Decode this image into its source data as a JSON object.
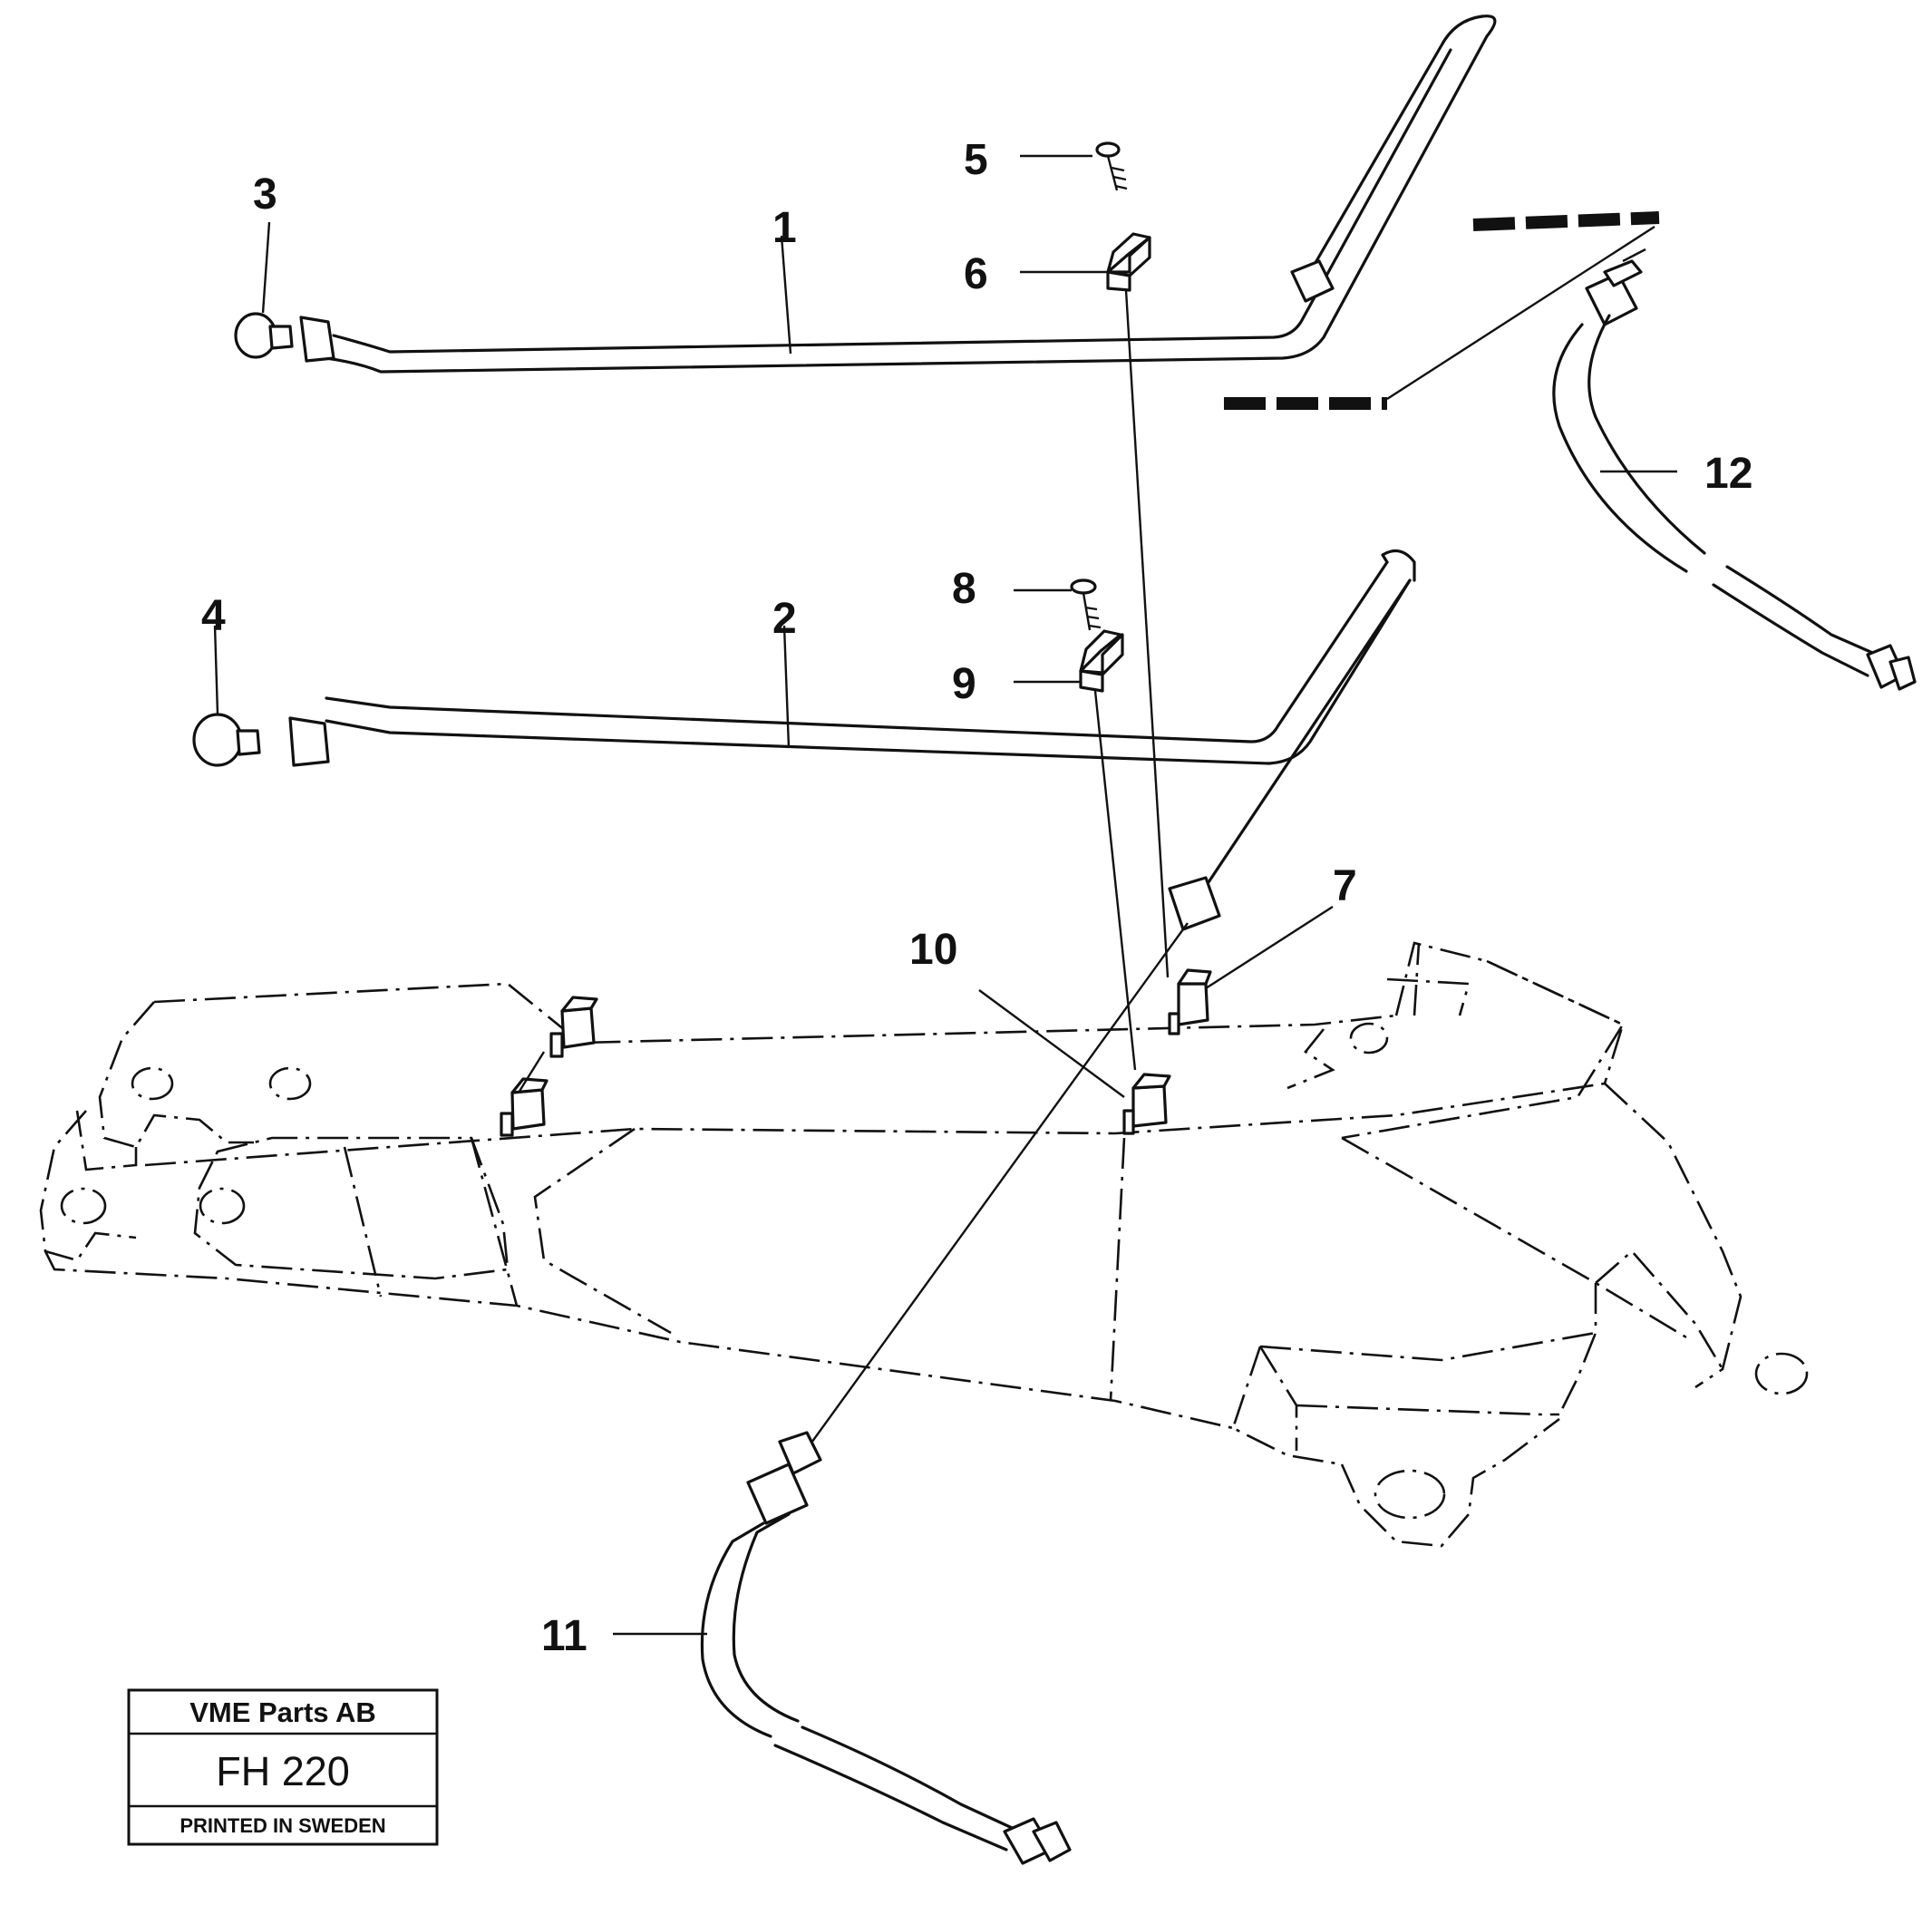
{
  "callouts": {
    "c1": "1",
    "c2": "2",
    "c3": "3",
    "c4": "4",
    "c5": "5",
    "c6": "6",
    "c7": "7",
    "c8": "8",
    "c9": "9",
    "c10": "10",
    "c11": "11",
    "c12": "12"
  },
  "title_block": {
    "company": "VME Parts AB",
    "model": "FH 220",
    "printed": "PRINTED IN SWEDEN"
  }
}
